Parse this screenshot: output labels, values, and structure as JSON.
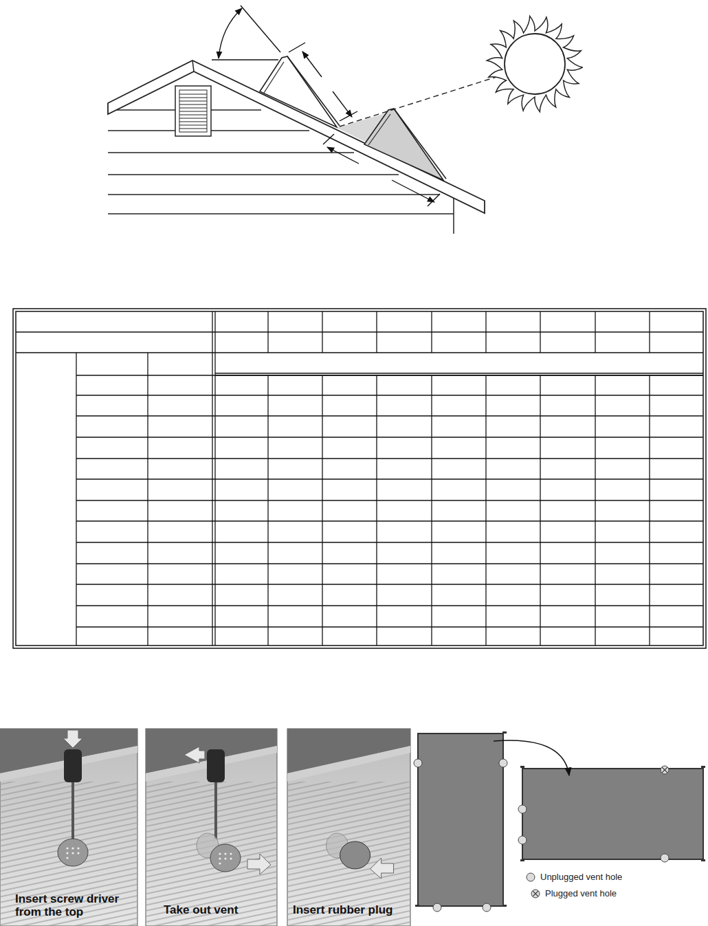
{
  "diagram": {
    "labels": [
      "Insert screw driver from the top",
      "Take out vent",
      "Insert rubber plug"
    ],
    "legend": [
      {
        "text": "Unplugged vent hole"
      },
      {
        "text": "Plugged vent hole"
      }
    ]
  }
}
